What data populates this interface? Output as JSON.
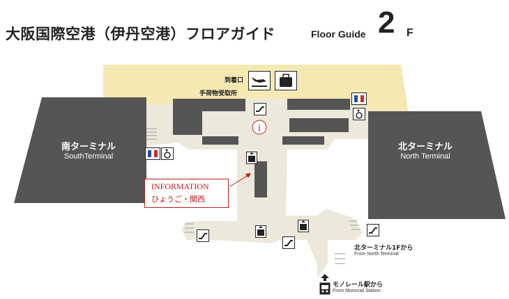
{
  "header": {
    "title_jp": "大阪国際空港（伊丹空港）フロアガイド",
    "title_en": "Floor Guide",
    "floor_number": "2",
    "floor_suffix": "F"
  },
  "terminals": {
    "south": {
      "jp": "南ターミナル",
      "en": "SouthTerminal"
    },
    "north": {
      "jp": "北ターミナル",
      "en": "North Terminal"
    }
  },
  "arrival": {
    "line1": "到着口",
    "line2": "手荷物受取所"
  },
  "information": {
    "en": "INFORMATION",
    "jp": "ひょうご・関西"
  },
  "from_north": {
    "jp": "北ターミナル1Fから",
    "en": "From North Terminal"
  },
  "monorail": {
    "jp": "モノレール駅から",
    "en": "From Monorail Station"
  },
  "icons": [
    "arrival-plane-icon",
    "baggage-icon",
    "information-icon",
    "escalator-icon",
    "elevator-icon",
    "restroom-icon",
    "wheelchair-icon",
    "monorail-icon",
    "up-arrow-icon"
  ],
  "colors": {
    "terminal": "#555555",
    "walkway": "#ece9dc",
    "arrival_zone": "#f6e8b3",
    "info_red": "#c01a1a",
    "restroom_men": "#1f4ea8",
    "restroom_women": "#d12a2a"
  }
}
